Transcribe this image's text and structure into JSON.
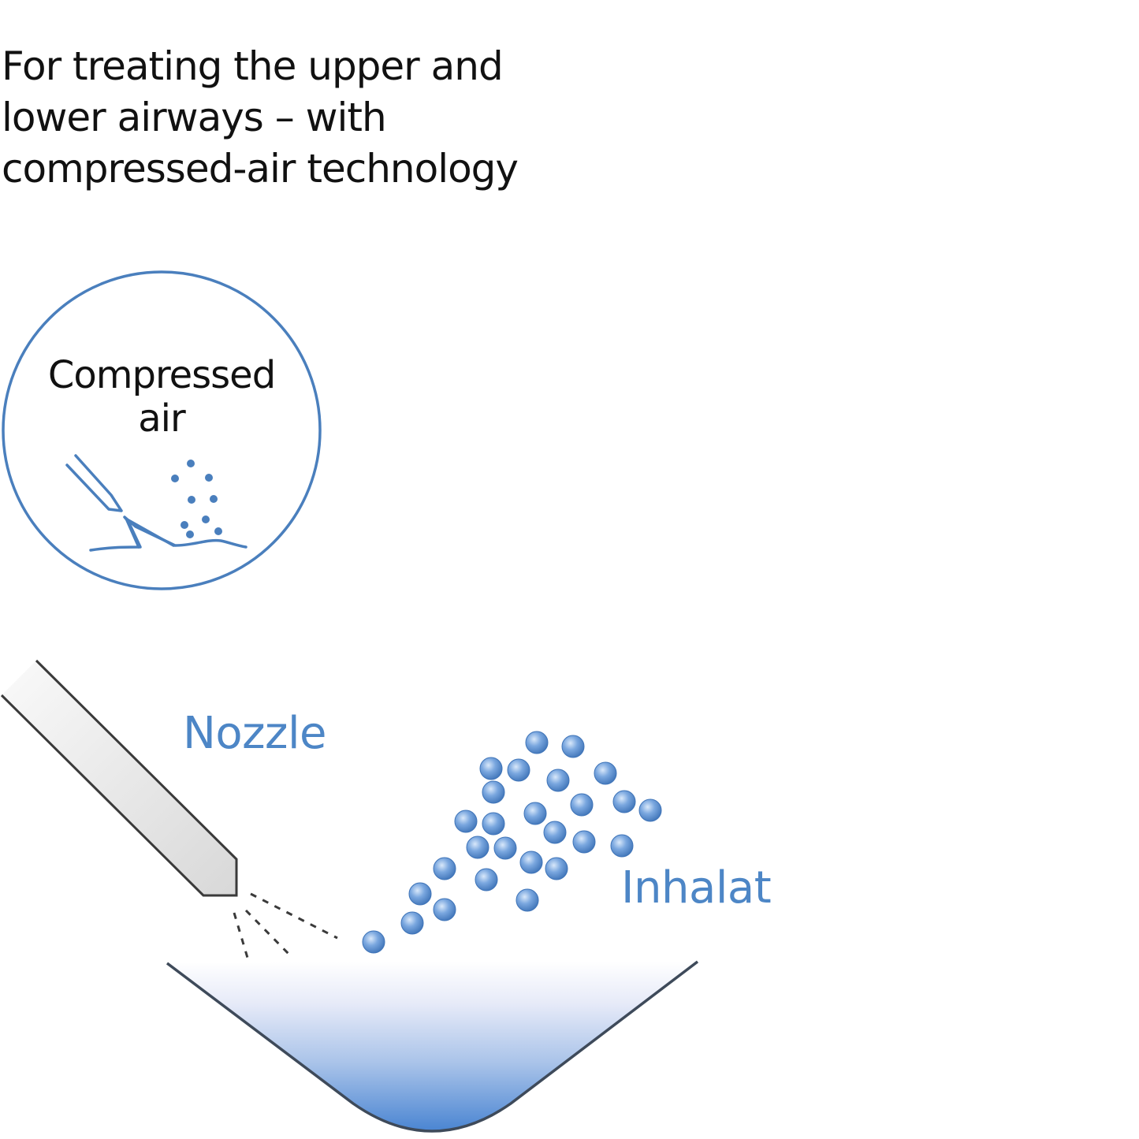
{
  "heading": {
    "lines": [
      "For treating the upper and",
      "lower airways – with",
      "compressed-air technology"
    ]
  },
  "badge": {
    "label_line1": "Compressed",
    "label_line2": "air",
    "icon": "compressed-air-nozzle-icon",
    "stroke_color": "#4a7fbd"
  },
  "diagram": {
    "nozzle_label": "Nozzle",
    "inhalat_label": "Inhalat",
    "label_color": "#4d86c6",
    "droplet_color": "#5b8fd0",
    "liquid_gradient": [
      "#ffffff",
      "#4f87d3"
    ]
  }
}
